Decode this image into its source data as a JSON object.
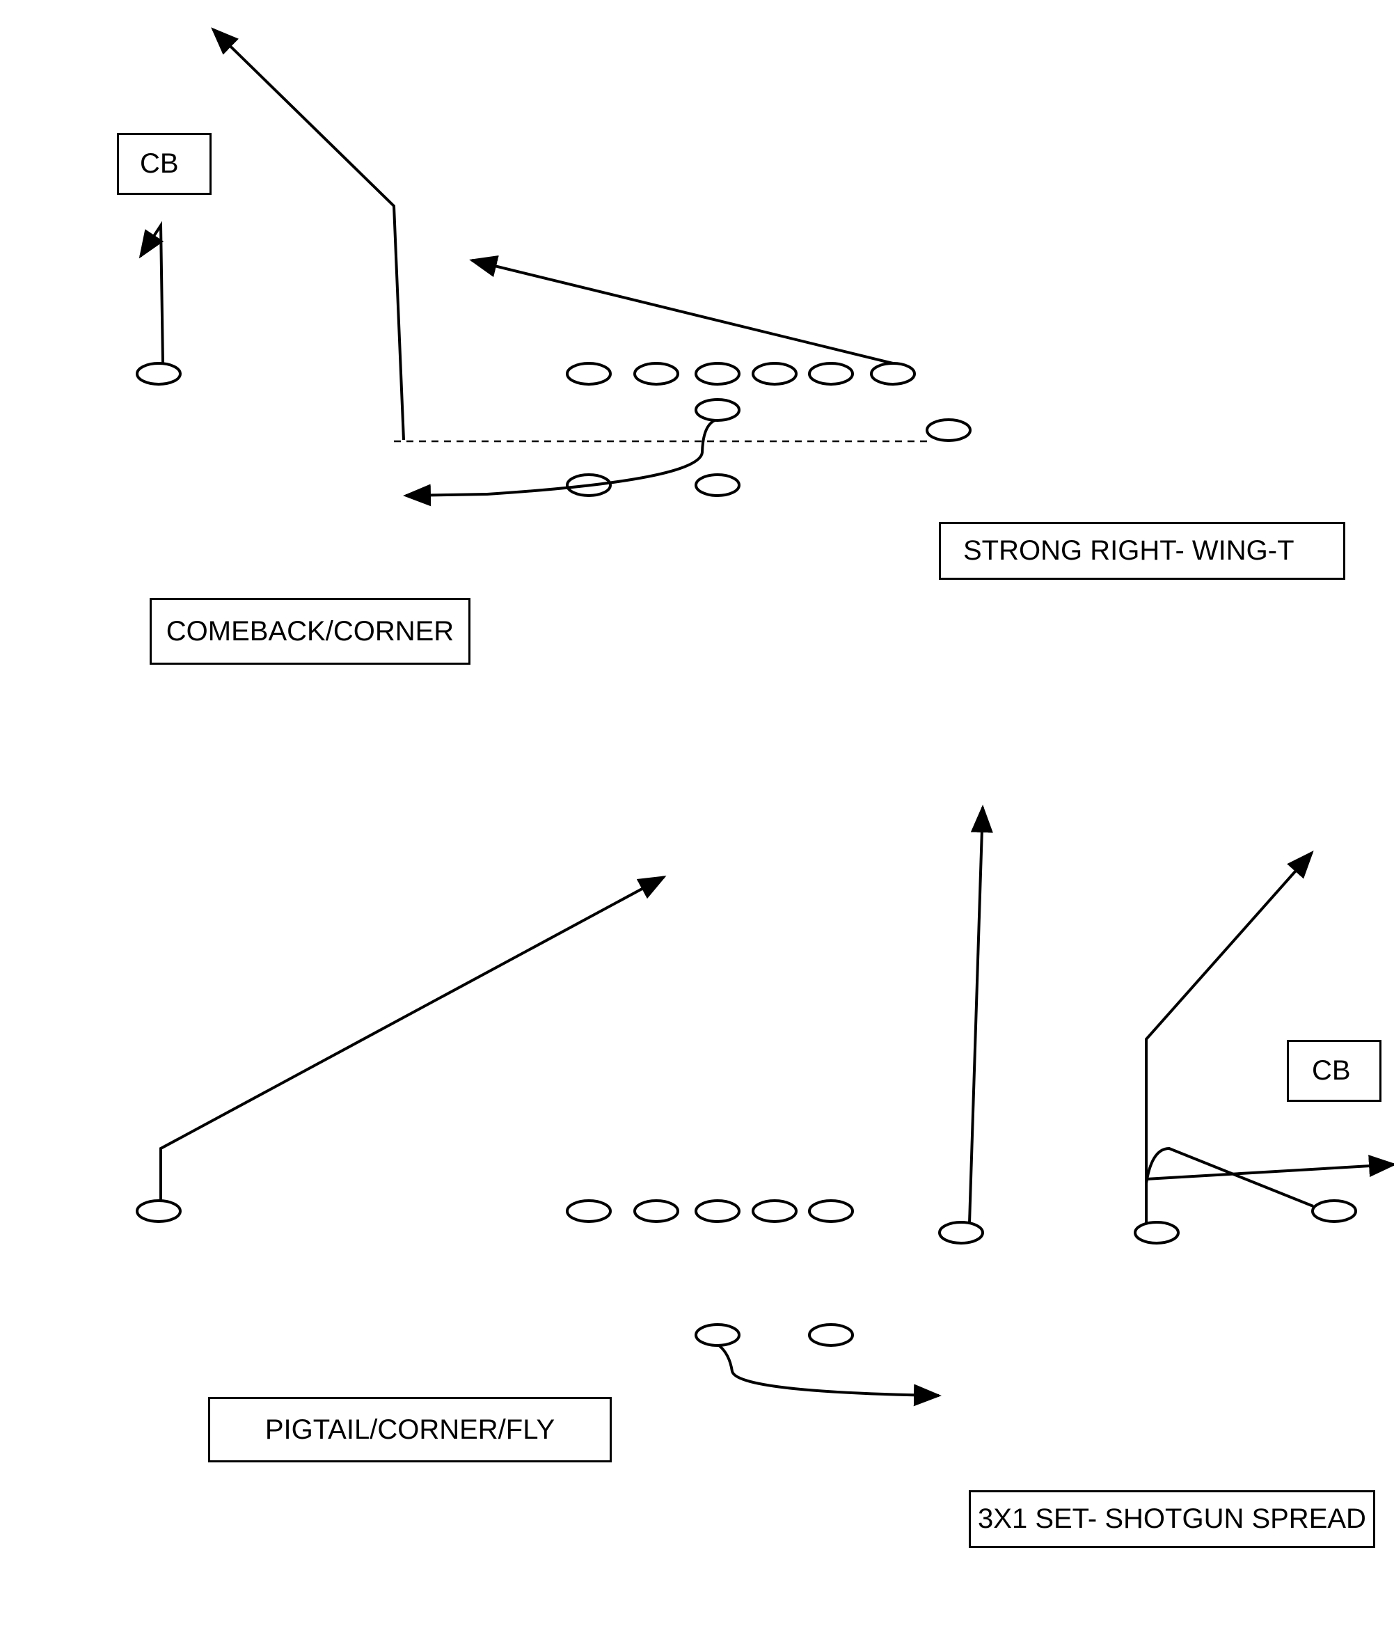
{
  "play1": {
    "formation_label": "STRONG RIGHT- WING-T",
    "play_label": "COMEBACK/CORNER",
    "defender_label": "CB"
  },
  "play2": {
    "formation_label": "3X1 SET- SHOTGUN SPREAD",
    "play_label": "PIGTAIL/CORNER/FLY",
    "defender_label": "CB"
  },
  "colors": {
    "ink": "#000000",
    "background": "#ffffff"
  }
}
